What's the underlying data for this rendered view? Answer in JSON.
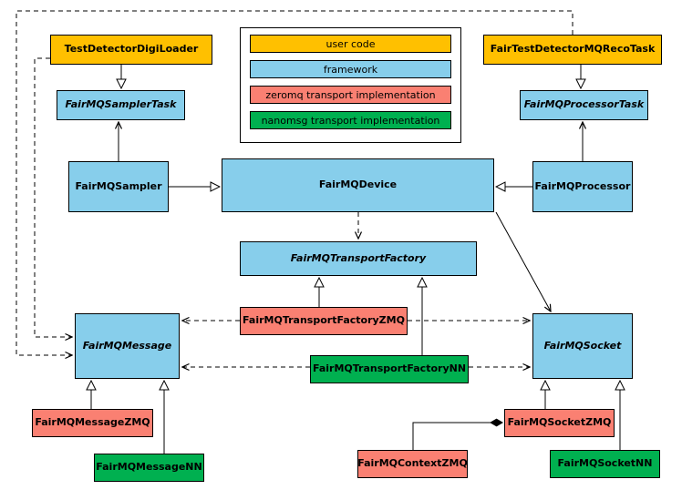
{
  "colors": {
    "user_code": "#FFC000",
    "framework": "#87CEEB",
    "zeromq": "#FA8072",
    "nanomsg": "#00B050",
    "line": "#000000",
    "background": "#FFFFFF"
  },
  "legend": {
    "items": [
      {
        "label": "user code",
        "category": "user_code"
      },
      {
        "label": "framework",
        "category": "framework"
      },
      {
        "label": "zeromq transport implementation",
        "category": "zeromq"
      },
      {
        "label": "nanomsg transport implementation",
        "category": "nanomsg"
      }
    ]
  },
  "nodes": {
    "testDetectorDigiLoader": {
      "label": "TestDetectorDigiLoader",
      "category": "user_code",
      "abstract": false
    },
    "fairTestDetectorMQRecoTask": {
      "label": "FairTestDetectorMQRecoTask",
      "category": "user_code",
      "abstract": false
    },
    "fairMQSamplerTask": {
      "label": "FairMQSamplerTask",
      "category": "framework",
      "abstract": true
    },
    "fairMQProcessorTask": {
      "label": "FairMQProcessorTask",
      "category": "framework",
      "abstract": true
    },
    "fairMQSampler": {
      "label": "FairMQSampler",
      "category": "framework",
      "abstract": false
    },
    "fairMQDevice": {
      "label": "FairMQDevice",
      "category": "framework",
      "abstract": false
    },
    "fairMQProcessor": {
      "label": "FairMQProcessor",
      "category": "framework",
      "abstract": false
    },
    "fairMQTransportFactory": {
      "label": "FairMQTransportFactory",
      "category": "framework",
      "abstract": true
    },
    "fairMQTransportFactoryZMQ": {
      "label": "FairMQTransportFactoryZMQ",
      "category": "zeromq",
      "abstract": false
    },
    "fairMQTransportFactoryNN": {
      "label": "FairMQTransportFactoryNN",
      "category": "nanomsg",
      "abstract": false
    },
    "fairMQMessage": {
      "label": "FairMQMessage",
      "category": "framework",
      "abstract": true
    },
    "fairMQSocket": {
      "label": "FairMQSocket",
      "category": "framework",
      "abstract": true
    },
    "fairMQMessageZMQ": {
      "label": "FairMQMessageZMQ",
      "category": "zeromq",
      "abstract": false
    },
    "fairMQMessageNN": {
      "label": "FairMQMessageNN",
      "category": "nanomsg",
      "abstract": false
    },
    "fairMQContextZMQ": {
      "label": "FairMQContextZMQ",
      "category": "zeromq",
      "abstract": false
    },
    "fairMQSocketZMQ": {
      "label": "FairMQSocketZMQ",
      "category": "zeromq",
      "abstract": false
    },
    "fairMQSocketNN": {
      "label": "FairMQSocketNN",
      "category": "nanomsg",
      "abstract": false
    }
  },
  "edges": [
    {
      "from": "TestDetectorDigiLoader",
      "to": "FairMQSamplerTask",
      "type": "inheritance"
    },
    {
      "from": "FairTestDetectorMQRecoTask",
      "to": "FairMQProcessorTask",
      "type": "inheritance"
    },
    {
      "from": "FairMQSampler",
      "to": "FairMQSamplerTask",
      "type": "association"
    },
    {
      "from": "FairMQProcessor",
      "to": "FairMQProcessorTask",
      "type": "association"
    },
    {
      "from": "FairMQSampler",
      "to": "FairMQDevice",
      "type": "inheritance"
    },
    {
      "from": "FairMQProcessor",
      "to": "FairMQDevice",
      "type": "inheritance"
    },
    {
      "from": "FairMQDevice",
      "to": "FairMQTransportFactory",
      "type": "dependency"
    },
    {
      "from": "FairMQDevice",
      "to": "FairMQSocket",
      "type": "association"
    },
    {
      "from": "FairMQTransportFactoryZMQ",
      "to": "FairMQTransportFactory",
      "type": "inheritance"
    },
    {
      "from": "FairMQTransportFactoryNN",
      "to": "FairMQTransportFactory",
      "type": "inheritance"
    },
    {
      "from": "FairMQTransportFactoryZMQ",
      "to": "FairMQMessage",
      "type": "dependency"
    },
    {
      "from": "FairMQTransportFactoryZMQ",
      "to": "FairMQSocket",
      "type": "dependency"
    },
    {
      "from": "FairMQTransportFactoryNN",
      "to": "FairMQMessage",
      "type": "dependency"
    },
    {
      "from": "FairMQTransportFactoryNN",
      "to": "FairMQSocket",
      "type": "dependency"
    },
    {
      "from": "FairMQMessageZMQ",
      "to": "FairMQMessage",
      "type": "inheritance"
    },
    {
      "from": "FairMQMessageNN",
      "to": "FairMQMessage",
      "type": "inheritance"
    },
    {
      "from": "FairMQSocketZMQ",
      "to": "FairMQSocket",
      "type": "inheritance"
    },
    {
      "from": "FairMQSocketNN",
      "to": "FairMQSocket",
      "type": "inheritance"
    },
    {
      "from": "FairMQContextZMQ",
      "to": "FairMQSocketZMQ",
      "type": "composition"
    },
    {
      "from": "TestDetectorDigiLoader",
      "to": "FairMQMessage",
      "type": "dependency"
    },
    {
      "from": "FairTestDetectorMQRecoTask",
      "to": "FairMQMessage",
      "type": "dependency"
    }
  ]
}
